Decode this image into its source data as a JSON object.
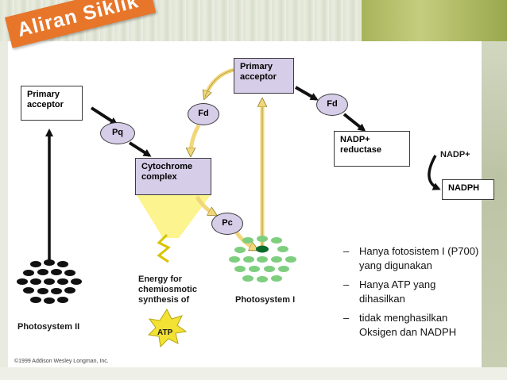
{
  "slide": {
    "title": "Aliran Siklik"
  },
  "diagram": {
    "primary_acceptor_left": "Primary\nacceptor",
    "primary_acceptor_top": "Primary\nacceptor",
    "pq": "Pq",
    "fd_left": "Fd",
    "fd_right": "Fd",
    "cytochrome_complex": "Cytochrome\ncomplex",
    "pc": "Pc",
    "nadp_reductase": "NADP+\nreductase",
    "nadp_plus": "NADP+",
    "nadph": "NADPH",
    "photosystem_ii": "Photosystem II",
    "photosystem_i": "Photosystem I",
    "energy_label": "Energy for\nchemiosmotic\nsynthesis of",
    "atp": "ATP",
    "copyright": "©1999 Addison Wesley Longman, Inc."
  },
  "bullets": [
    "Hanya fotosistem I (P700) yang digunakan",
    "Hanya ATP yang dihasilkan",
    "tidak menghasilkan Oksigen dan NADPH"
  ],
  "colors": {
    "box_fill": "#d6cde8",
    "yellow_arrow": "#f2d77a",
    "banner": "#e7762a",
    "photosystem_i_dots": "#7fce80",
    "photosystem_ii_dots": "#111111"
  }
}
